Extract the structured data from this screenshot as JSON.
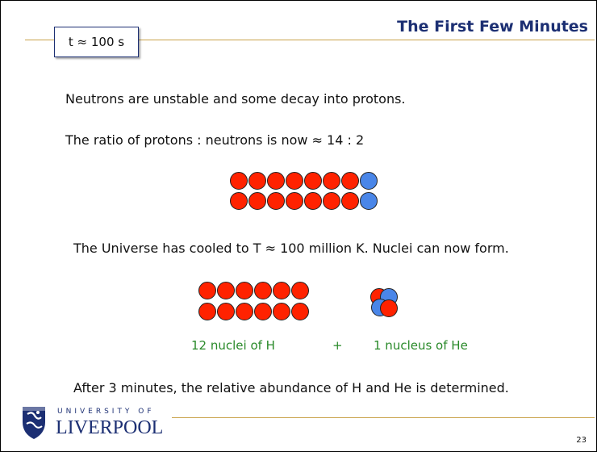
{
  "slide": {
    "time_label": "t ≈ 100 s",
    "title": "The First Few Minutes",
    "line1": "Neutrons are unstable and some decay into protons.",
    "line2": "The ratio of protons : neutrons is now ≈ 14 : 2",
    "line3": "The Universe has cooled to T ≈ 100 million K. Nuclei can now form.",
    "caption_h": "12 nuclei of H",
    "caption_plus": "+",
    "caption_he": "1 nucleus of He",
    "line4": "After 3 minutes, the relative abundance of H and He is determined.",
    "page_number": "23"
  },
  "logo": {
    "university": "UNIVERSITY OF",
    "name": "LIVERPOOL",
    "icon": "liverpool-crest-icon"
  },
  "colors": {
    "proton": "#ff2200",
    "neutron": "#4a86e8",
    "title": "#1c2f73",
    "caption": "#2a8a2a",
    "rule": "#c9a24a"
  }
}
